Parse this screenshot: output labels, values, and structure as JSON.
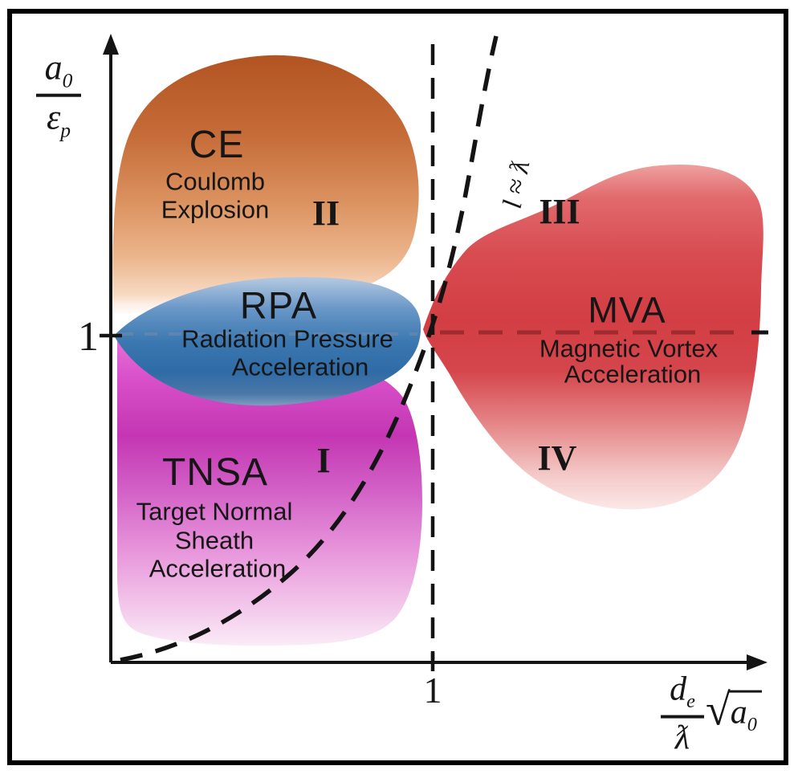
{
  "figure": {
    "type": "laser-ion-acceleration-regime-diagram",
    "background": "#ffffff",
    "frame_color": "#000000"
  },
  "y_axis": {
    "tick_label": "1",
    "numerator_base": "a",
    "numerator_sub": "0",
    "denominator_base": "ε",
    "denominator_sub": "p"
  },
  "x_axis": {
    "tick_label": "1",
    "numerator_base": "d",
    "numerator_sub": "e",
    "denominator_base": "ƛ",
    "sqrt_sign": "√",
    "radicand_base": "a",
    "radicand_sub": "0"
  },
  "boundary_curve": {
    "label": "l ≈ ƛ"
  },
  "regions": [
    {
      "abbr": "CE",
      "lines": [
        "Coulomb",
        "Explosion"
      ],
      "color": "#b0521f"
    },
    {
      "abbr": "RPA",
      "lines": [
        "Radiation Pressure",
        "Acceleration"
      ],
      "color": "#3a77b0"
    },
    {
      "abbr": "TNSA",
      "lines": [
        "Target Normal",
        "Sheath",
        "Acceleration"
      ],
      "color": "#c436b3"
    },
    {
      "abbr": "MVA",
      "lines": [
        "Magnetic Vortex",
        "Acceleration"
      ],
      "color": "#d23e44"
    }
  ],
  "quadrants": [
    {
      "numeral": "I"
    },
    {
      "numeral": "II"
    },
    {
      "numeral": "III"
    },
    {
      "numeral": "IV"
    }
  ],
  "line_colors": {
    "vertical_dashed": "#141414",
    "horizontal_dashed_left": "#7c8fa8",
    "horizontal_dashed_right": "#9e2b2e",
    "horizontal_dashed_end": "#141414",
    "curve": "#141414"
  }
}
